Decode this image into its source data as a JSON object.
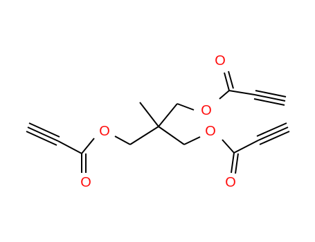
{
  "molecule": {
    "atoms": {
      "ester_o_upper": "O",
      "carbonyl_o_upper": "O",
      "ester_o_left": "O",
      "carbonyl_o_left": "O",
      "ester_o_right": "O",
      "carbonyl_o_right": "O"
    }
  },
  "colors": {
    "bond": "#000000",
    "oxygen": "#ff0d0d",
    "background": "#ffffff"
  }
}
